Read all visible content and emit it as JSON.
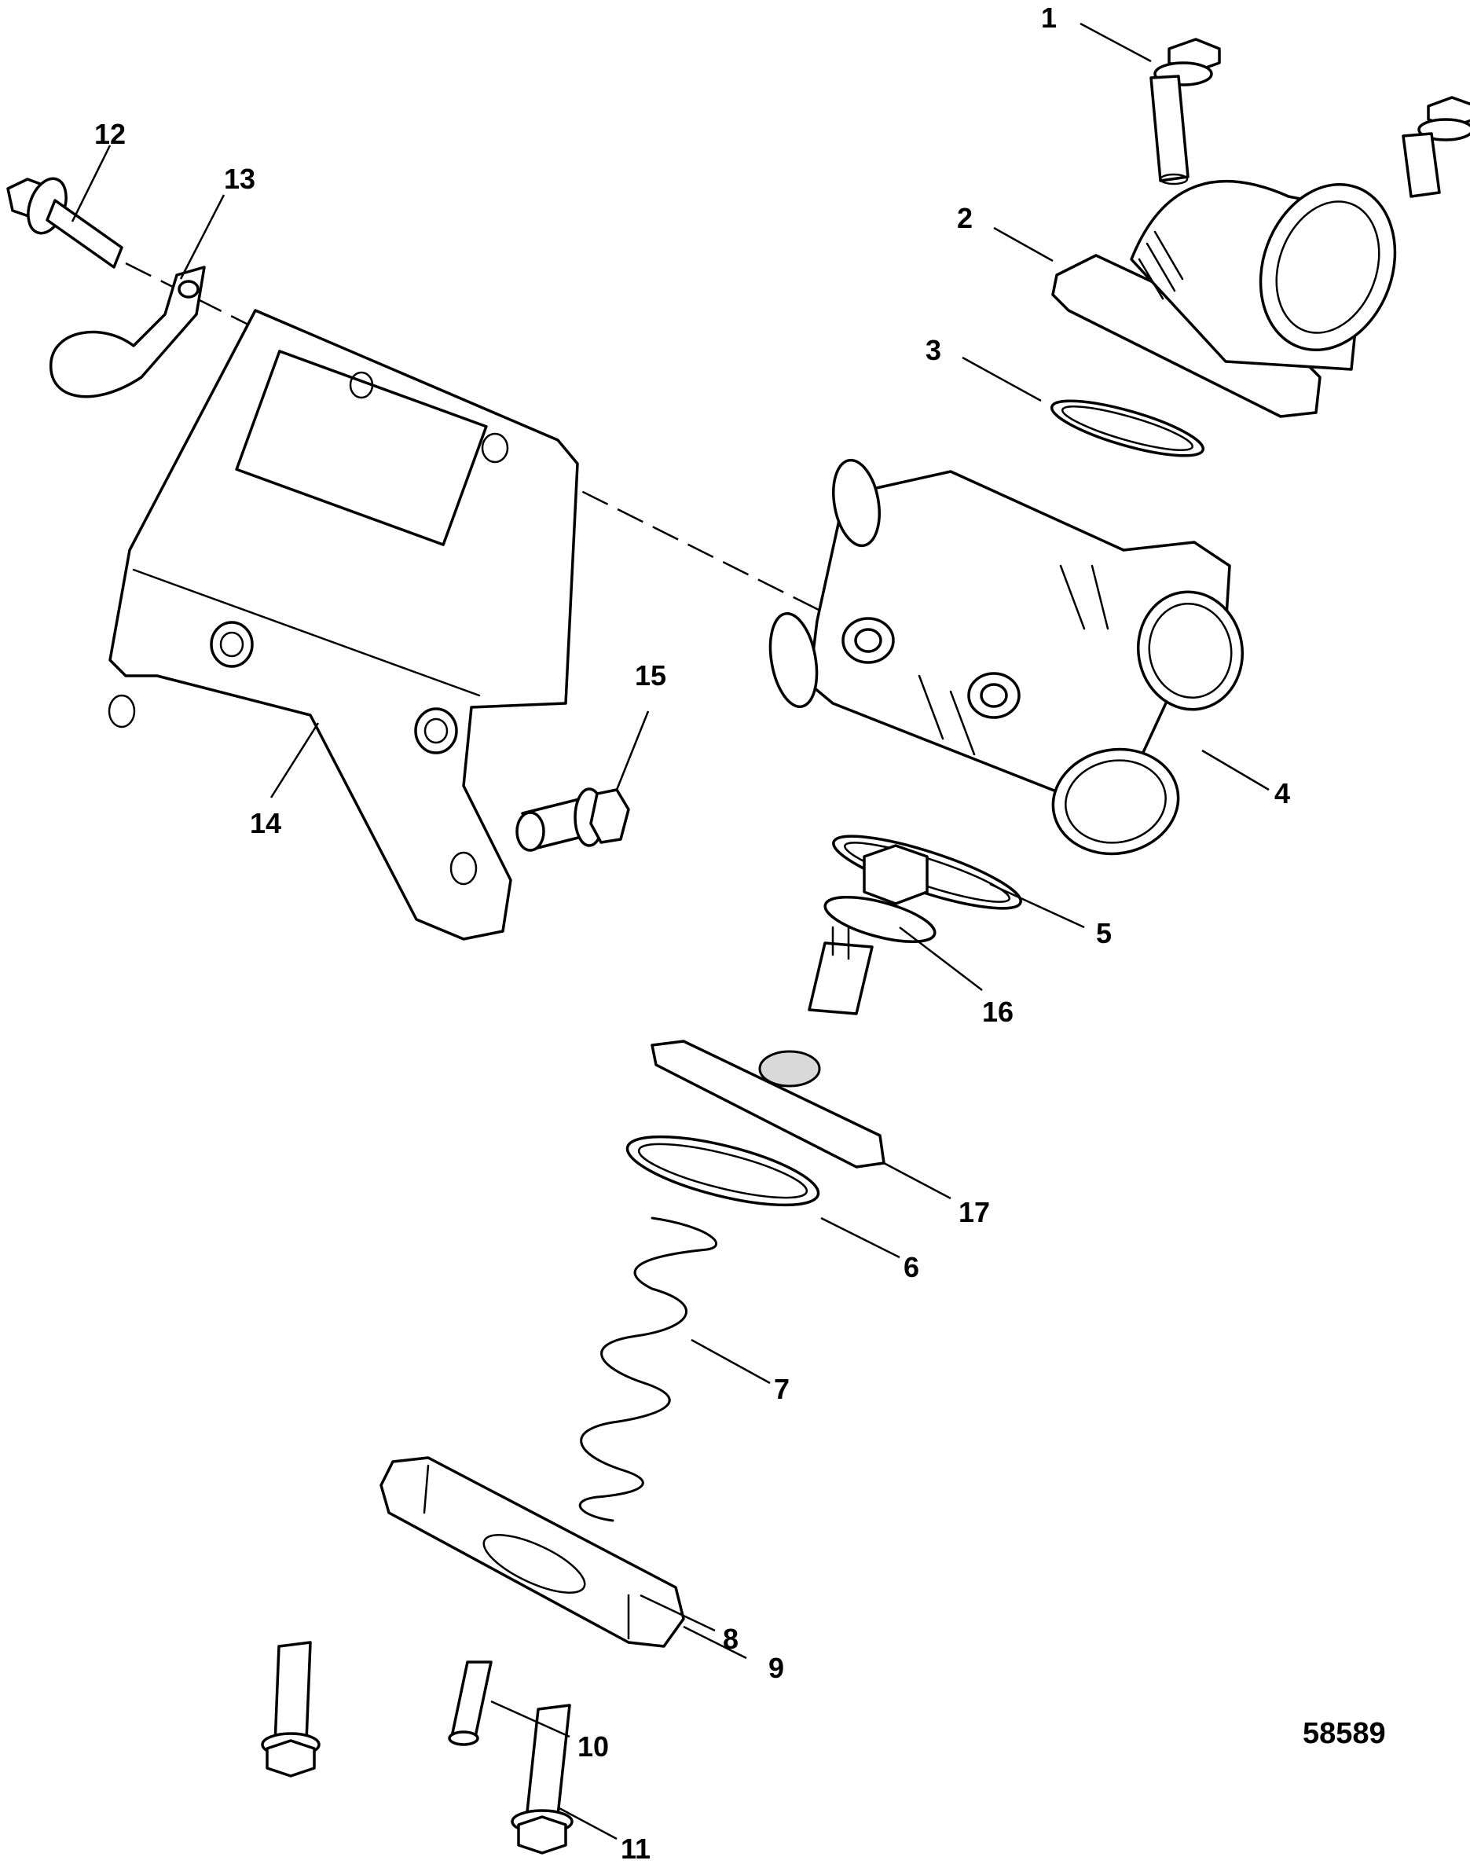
{
  "figure_id": "58589",
  "callouts": [
    {
      "id": "c1",
      "label": "1"
    },
    {
      "id": "c2",
      "label": "2"
    },
    {
      "id": "c3",
      "label": "3"
    },
    {
      "id": "c4",
      "label": "4"
    },
    {
      "id": "c5",
      "label": "5"
    },
    {
      "id": "c6",
      "label": "6"
    },
    {
      "id": "c7",
      "label": "7"
    },
    {
      "id": "c8",
      "label": "8"
    },
    {
      "id": "c9",
      "label": "9"
    },
    {
      "id": "c10",
      "label": "10"
    },
    {
      "id": "c11",
      "label": "11"
    },
    {
      "id": "c12",
      "label": "12"
    },
    {
      "id": "c13",
      "label": "13"
    },
    {
      "id": "c14",
      "label": "14"
    },
    {
      "id": "c15",
      "label": "15"
    },
    {
      "id": "c16",
      "label": "16"
    },
    {
      "id": "c17",
      "label": "17"
    }
  ],
  "line_color": "#000000",
  "background_color": "#ffffff"
}
